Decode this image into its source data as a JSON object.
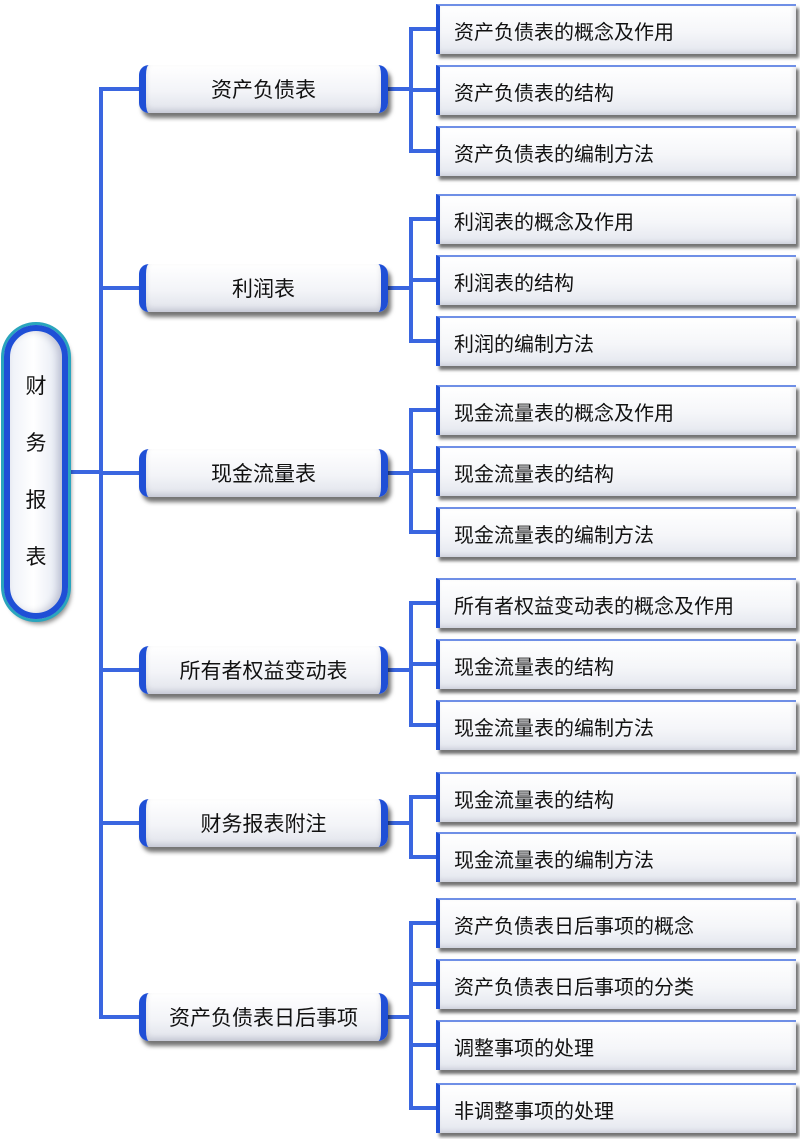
{
  "root": {
    "label": "财务报表",
    "chars": [
      "财",
      "务",
      "报",
      "表"
    ]
  },
  "colors": {
    "frame": "#1f4fd6",
    "connector": "#3a66e0",
    "rim": "#2aa5bd"
  },
  "categories": [
    {
      "label": "资产负债表",
      "items": [
        "资产负债表的概念及作用",
        "资产负债表的结构",
        "资产负债表的编制方法"
      ]
    },
    {
      "label": "利润表",
      "items": [
        "利润表的概念及作用",
        "利润表的结构",
        "利润的编制方法"
      ]
    },
    {
      "label": "现金流量表",
      "items": [
        "现金流量表的概念及作用",
        "现金流量表的结构",
        "现金流量表的编制方法"
      ]
    },
    {
      "label": "所有者权益变动表",
      "items": [
        "所有者权益变动表的概念及作用",
        "现金流量表的结构",
        "现金流量表的编制方法"
      ]
    },
    {
      "label": "财务报表附注",
      "items": [
        "现金流量表的结构",
        "现金流量表的编制方法"
      ]
    },
    {
      "label": "资产负债表日后事项",
      "items": [
        "资产负债表日后事项的概念",
        "资产负债表日后事项的分类",
        "调整事项的处理",
        "非调整事项的处理"
      ]
    }
  ]
}
